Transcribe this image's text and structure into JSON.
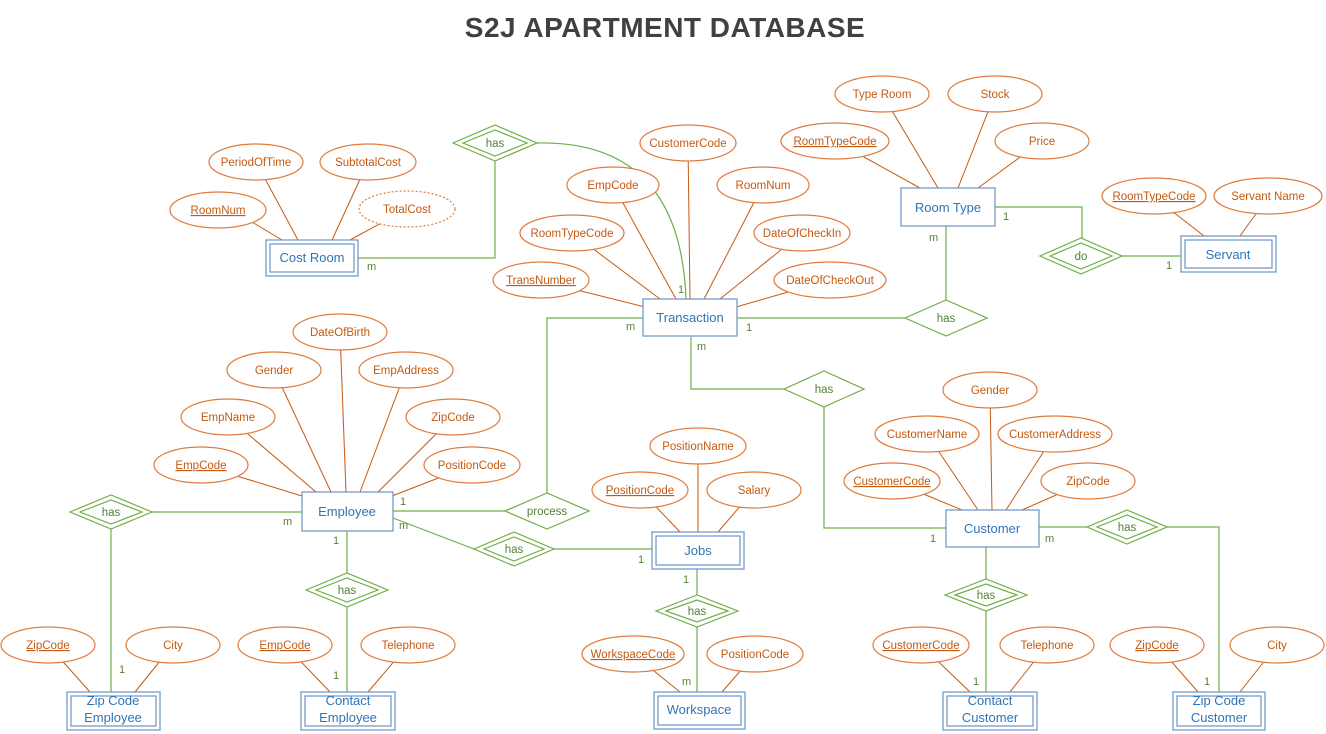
{
  "title": "S2J APARTMENT DATABASE",
  "entities": {
    "cost_room": "Cost Room",
    "transaction": "Transaction",
    "room_type": "Room Type",
    "servant": "Servant",
    "employee": "Employee",
    "jobs": "Jobs",
    "customer": "Customer",
    "zip_code_employee": [
      "Zip Code",
      "Employee"
    ],
    "contact_employee": [
      "Contact",
      "Employee"
    ],
    "workspace": "Workspace",
    "contact_customer": [
      "Contact",
      "Customer"
    ],
    "zip_code_customer": [
      "Zip Code",
      "Customer"
    ]
  },
  "relationships": {
    "costroom_has": "has",
    "roomtype_has": "has",
    "do": "do",
    "transaction_customer_has": "has",
    "process": "process",
    "employee_zip_has": "has",
    "employee_contact_has": "has",
    "employee_jobs_has": "has",
    "jobs_workspace_has": "has",
    "customer_contact_has": "has",
    "customer_zip_has": "has"
  },
  "attributes": {
    "cost_room": {
      "key": "RoomNum",
      "period": "PeriodOfTime",
      "subtotal": "SubtotalCost",
      "total": "TotalCost"
    },
    "transaction": {
      "key": "TransNumber",
      "roomtype": "RoomTypeCode",
      "emp": "EmpCode",
      "customer": "CustomerCode",
      "room": "RoomNum",
      "checkin": "DateOfCheckIn",
      "checkout": "DateOfCheckOut"
    },
    "room_type": {
      "key": "RoomTypeCode",
      "type": "Type Room",
      "stock": "Stock",
      "price": "Price"
    },
    "servant": {
      "key": "RoomTypeCode",
      "name": "Servant Name"
    },
    "employee": {
      "key": "EmpCode",
      "name": "EmpName",
      "gender": "Gender",
      "dob": "DateOfBirth",
      "address": "EmpAddress",
      "zip": "ZipCode",
      "position": "PositionCode"
    },
    "jobs": {
      "key": "PositionCode",
      "name": "PositionName",
      "salary": "Salary"
    },
    "customer": {
      "key": "CustomerCode",
      "name": "CustomerName",
      "gender": "Gender",
      "address": "CustomerAddress",
      "zip": "ZipCode"
    },
    "zip_code_employee": {
      "key": "ZipCode",
      "city": "City"
    },
    "contact_employee": {
      "key": "EmpCode",
      "phone": "Telephone"
    },
    "workspace": {
      "key": "WorkspaceCode",
      "position": "PositionCode"
    },
    "contact_customer": {
      "key": "CustomerCode",
      "phone": "Telephone"
    },
    "zip_code_customer": {
      "key": "ZipCode",
      "city": "City"
    }
  },
  "cardinalities": {
    "costroom_m": "m",
    "trans_1_top": "1",
    "trans_m_left": "m",
    "trans_1_right": "1",
    "trans_m_bottom": "m",
    "roomtype_1": "1",
    "roomtype_m": "m",
    "servant_1": "1",
    "emp_1_right": "1",
    "emp_m_right": "m",
    "emp_m_left": "m",
    "emp_1_bottom": "1",
    "jobs_1_left": "1",
    "jobs_1_bottom": "1",
    "workspace_m": "m",
    "zipemp_1": "1",
    "contactemp_1": "1",
    "cust_1_left": "1",
    "cust_m_right": "m",
    "contactcust_1": "1",
    "zipcust_1": "1"
  },
  "colors": {
    "entity": "#2e75b6",
    "attribute": "#c55a11",
    "relationship": "#548235",
    "title": "#404040"
  }
}
